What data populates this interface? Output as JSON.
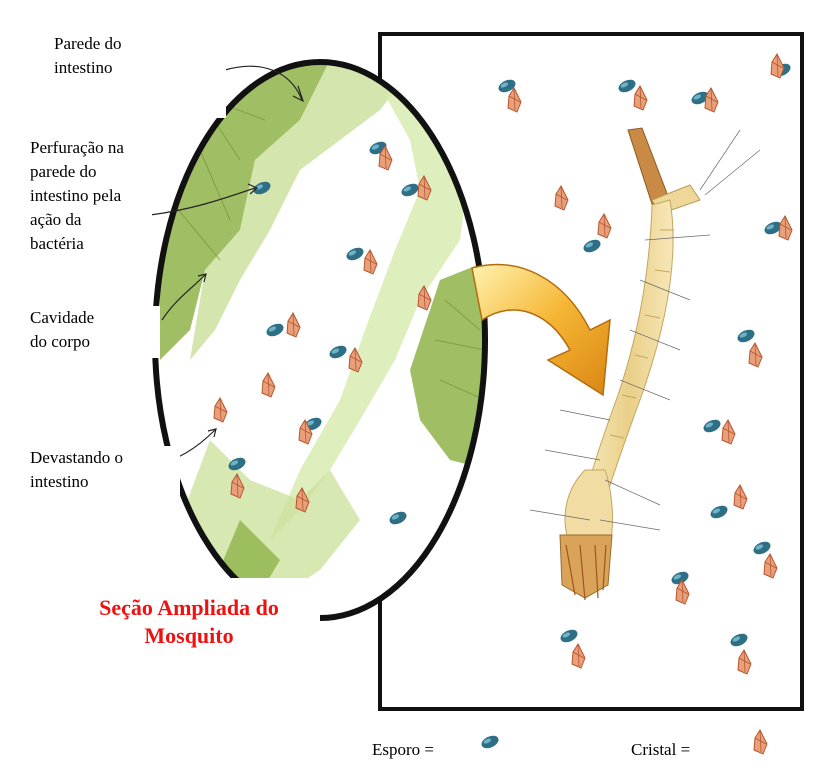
{
  "labels": {
    "intestine_wall": "Parede do\nintestino",
    "perforation": "Perfuração na\nparede do\nintestino pela\nação da\nbactéria",
    "body_cavity": "Cavidade\ndo corpo",
    "devastating": "Devastando o\nintestino"
  },
  "title": "Seção Ampliada do\nMosquito",
  "legend": {
    "spore": "Esporo =",
    "crystal": "Cristal ="
  },
  "colors": {
    "title": "#ee1111",
    "spore": "#2f6f86",
    "crystal": "#d9835a",
    "tissue": "#9cc05a",
    "arrow": "#f0a21c",
    "larva": "#efd79a"
  }
}
